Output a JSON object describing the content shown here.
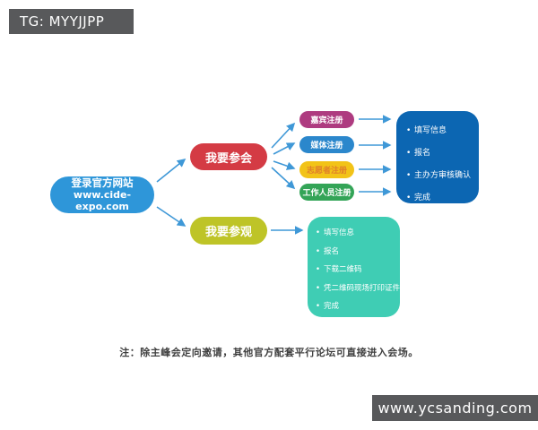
{
  "watermarks": {
    "top_left": {
      "label": "TG: MYYJJPP",
      "bg": "#58595B",
      "text_color": "#FFFFFF"
    },
    "bottom_right": {
      "label": "www.ycsanding.com",
      "bg": "#58595B",
      "text_color": "#FFFFFF"
    }
  },
  "flowchart": {
    "arrow_color": "#3F98D7",
    "start": {
      "line1": "登录官方网站",
      "line2": "www.cide-expo.com",
      "bg": "#2E96D9"
    },
    "branches": {
      "attend": {
        "label": "我要参会",
        "bg": "#D43B44"
      },
      "visit": {
        "label": "我要参观",
        "bg": "#BEC427"
      }
    },
    "registration_types": [
      {
        "label": "嘉宾注册",
        "bg": "#AE3B80",
        "text_color": "#FFFFFF"
      },
      {
        "label": "媒体注册",
        "bg": "#2B87CC",
        "text_color": "#FFFFFF"
      },
      {
        "label": "志愿者注册",
        "bg": "#F2C318",
        "text_color": "#E0802B"
      },
      {
        "label": "工作人员注册",
        "bg": "#33A457",
        "text_color": "#FFFFFF"
      }
    ],
    "attend_steps": {
      "bg": "#0C66B2",
      "items": [
        "填写信息",
        "报名",
        "主办方审核确认",
        "完成"
      ]
    },
    "visit_steps": {
      "bg": "#3FCDB4",
      "items": [
        "填写信息",
        "报名",
        "下载二维码",
        "凭二维码现场打印证件",
        "完成"
      ]
    }
  },
  "note": "注：除主峰会定向邀请，其他官方配套平行论坛可直接进入会场。"
}
